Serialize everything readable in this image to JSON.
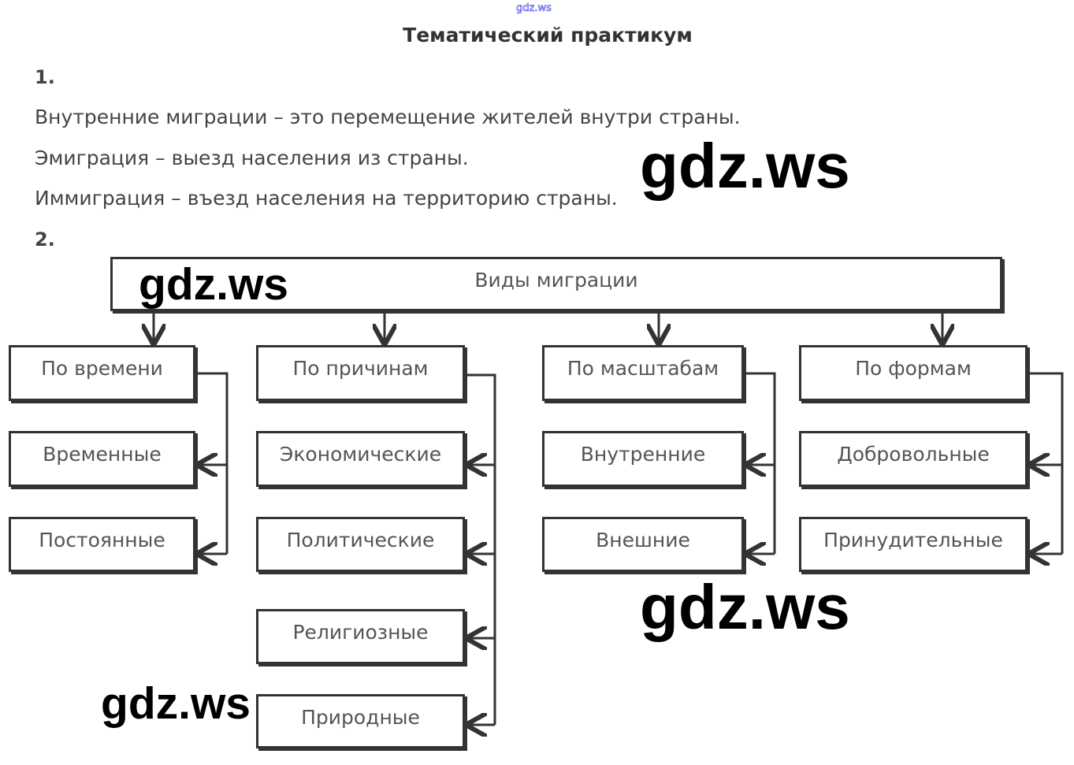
{
  "source_mark": "gdz.ws",
  "title": "Тематический практикум",
  "section1": {
    "number": "1.",
    "lines": [
      "Внутренние миграции – это перемещение жителей внутри страны.",
      "Эмиграция – выезд населения из страны.",
      "Иммиграция – въезд населения на территорию страны."
    ]
  },
  "section2": {
    "number": "2.",
    "root": "Виды миграции",
    "columns": [
      {
        "header": "По времени",
        "items": [
          "Временные",
          "Постоянные"
        ]
      },
      {
        "header": "По причинам",
        "items": [
          "Экономические",
          "Политические",
          "Религиозные",
          "Природные"
        ]
      },
      {
        "header": "По масштабам",
        "items": [
          "Внутренние",
          "Внешние"
        ]
      },
      {
        "header": "По формам",
        "items": [
          "Добровольные",
          "Принудительные"
        ]
      }
    ]
  },
  "watermark": "gdz.ws"
}
